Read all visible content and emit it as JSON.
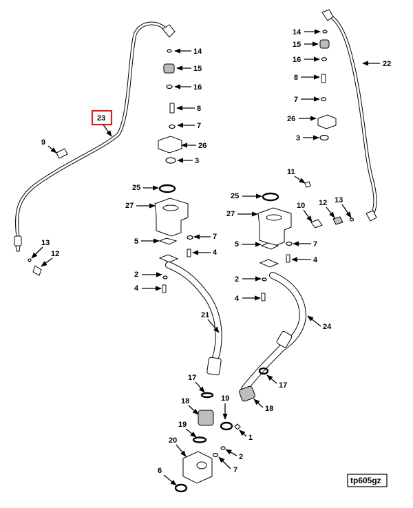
{
  "figure_id": "tp605gz",
  "highlight_callout": "23",
  "callouts": {
    "left_line": {
      "c14": "14",
      "c15": "15",
      "c16": "16",
      "c8": "8",
      "c7": "7",
      "c26": "26",
      "c3": "3",
      "c23": "23",
      "c9": "9",
      "c13": "13",
      "c12": "12"
    },
    "right_line": {
      "c14": "14",
      "c15": "15",
      "c16": "16",
      "c8": "8",
      "c7": "7",
      "c26": "26",
      "c3": "3",
      "c22": "22",
      "c11": "11",
      "c10": "10",
      "c12": "12",
      "c13": "13"
    },
    "left_hose": {
      "c25": "25",
      "c27": "27",
      "c5": "5",
      "c7": "7",
      "c4a": "4",
      "c2": "2",
      "c4b": "4",
      "c21": "21",
      "c17": "17",
      "c18": "18",
      "c19": "19",
      "c20": "20",
      "c6": "6"
    },
    "right_hose": {
      "c25": "25",
      "c27": "27",
      "c5": "5",
      "c7": "7",
      "c4a": "4",
      "c2": "2",
      "c4b": "4",
      "c24": "24",
      "c17": "17",
      "c19": "19",
      "c18": "18",
      "c1": "1",
      "c2b": "2",
      "c7b": "7"
    }
  },
  "colors": {
    "highlight": "#e0201b",
    "ink": "#000000",
    "part_fill": "#ffffff",
    "part_shade": "#bdbdbd"
  }
}
